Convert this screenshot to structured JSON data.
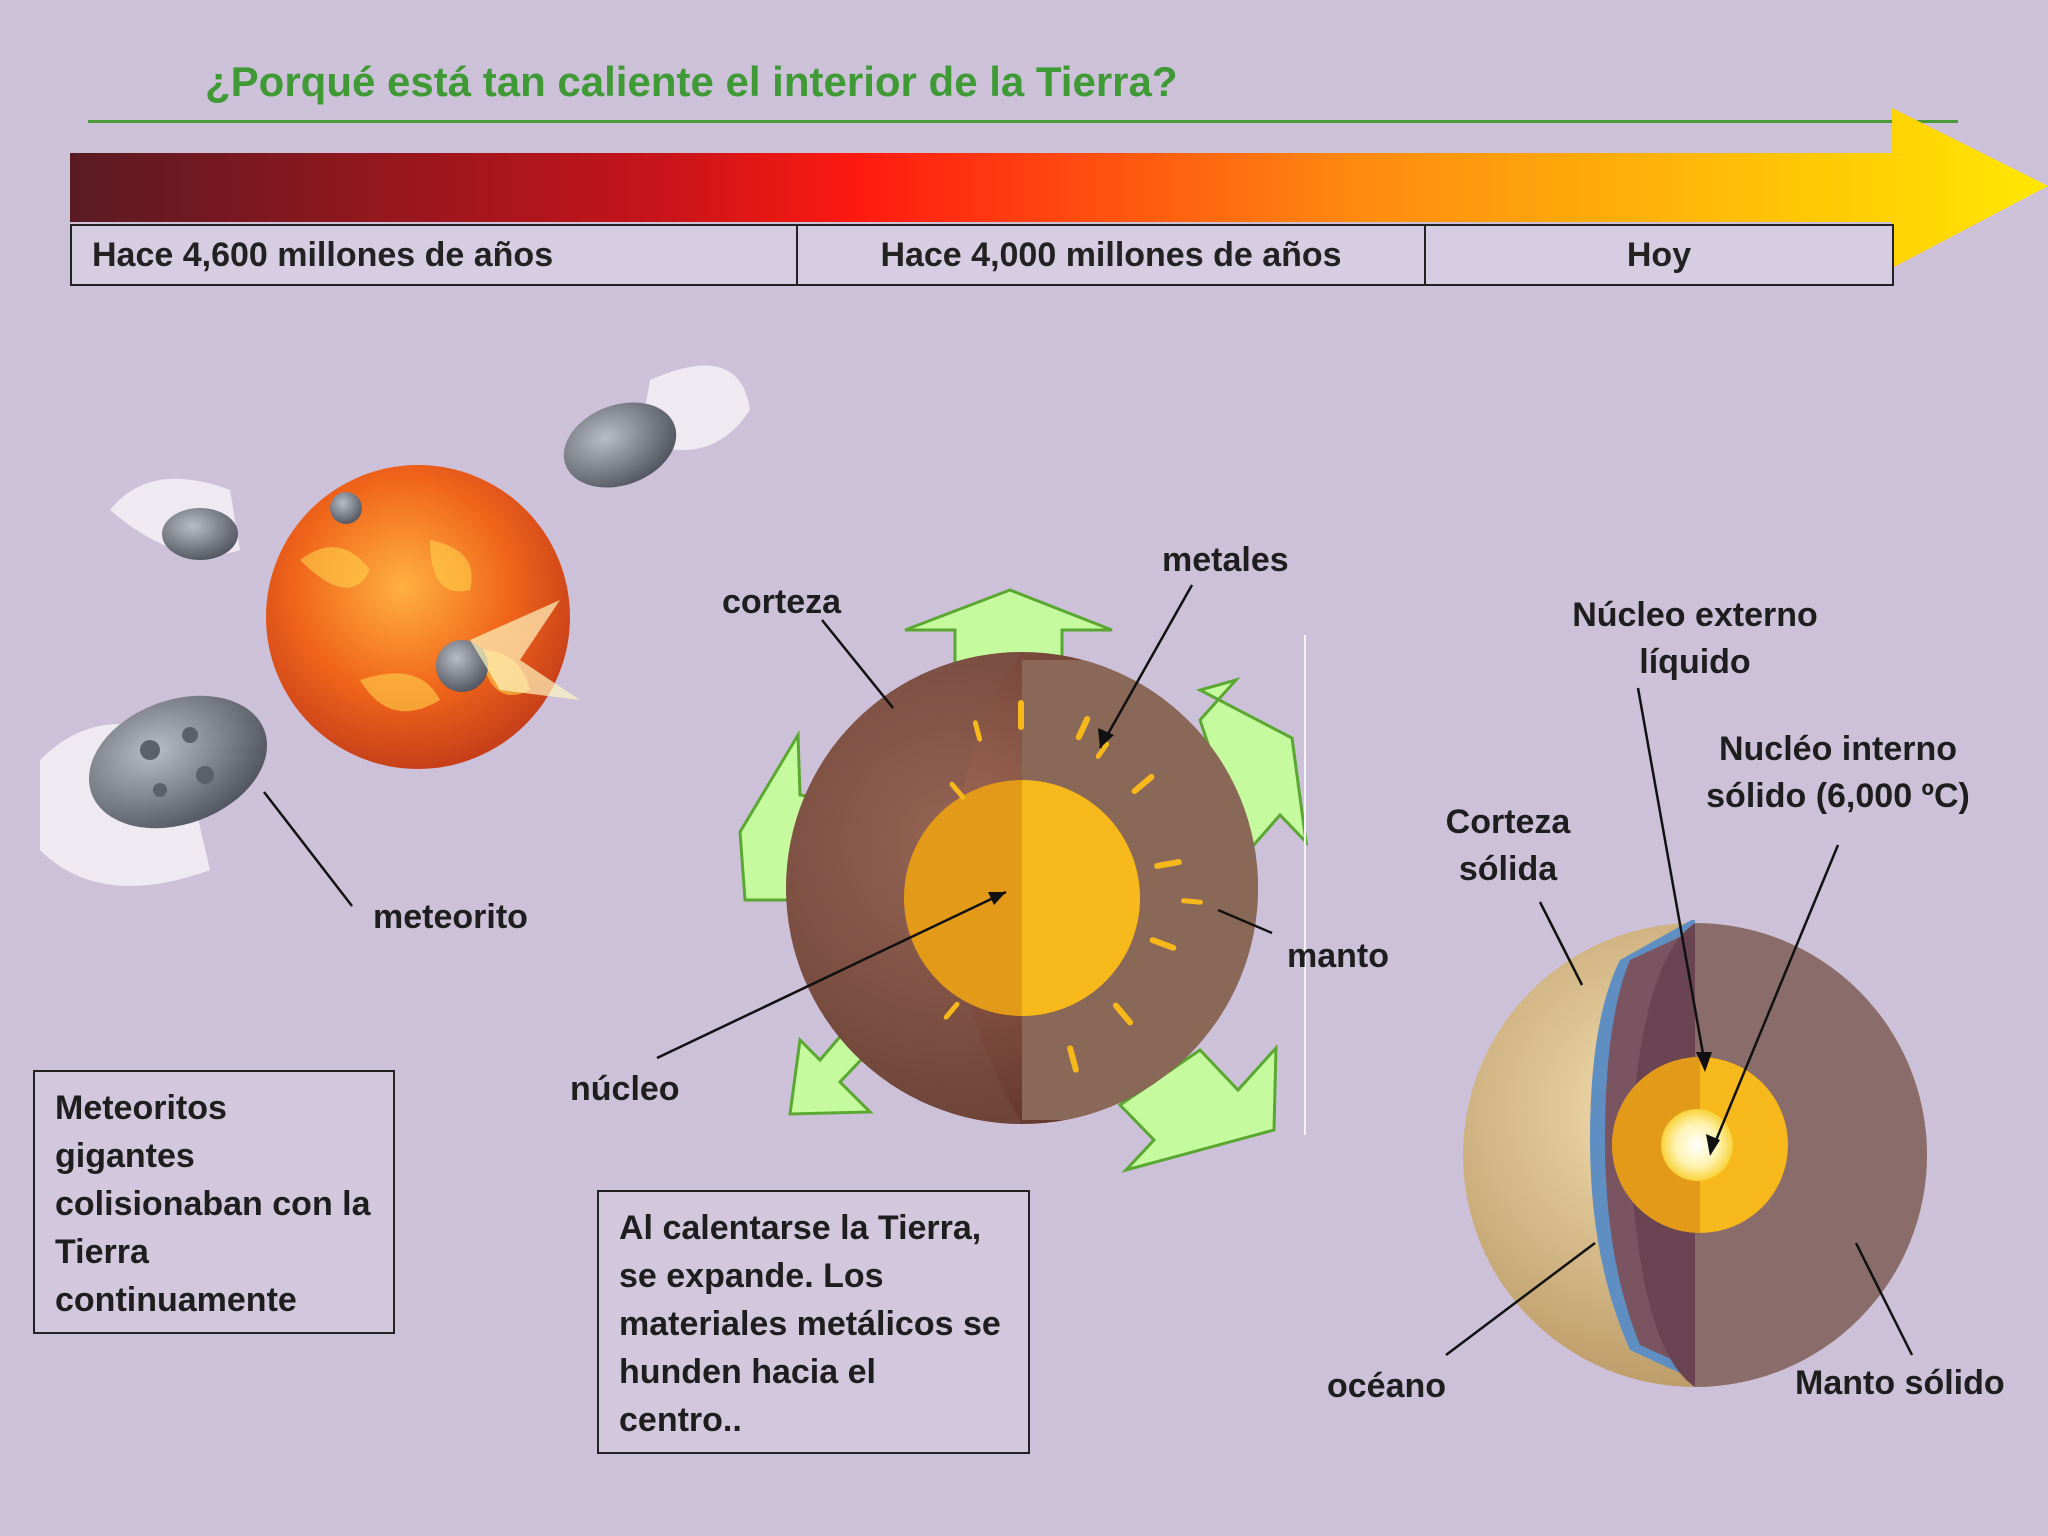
{
  "title": "¿Porqué está tan caliente el interior de la Tierra?",
  "timeline": {
    "stages": [
      "Hace 4,600 millones de años",
      "Hace 4,000 millones de años",
      "Hoy"
    ]
  },
  "panel1": {
    "meteor_label": "meteorito",
    "caption": "Meteoritos gigantes colisionaban con la Tierra continuamente"
  },
  "panel2": {
    "labels": {
      "corteza": "corteza",
      "metales": "metales",
      "manto": "manto",
      "nucleo": "núcleo"
    },
    "caption": "Al calentarse la Tierra, se expande. Los materiales metálicos se hunden hacia el centro.."
  },
  "panel3": {
    "labels": {
      "nucleo_externo": "Núcleo externo líquido",
      "nucleo_interno": "Nucléo interno sólido (6,000 ºC)",
      "corteza": "Corteza sólida",
      "oceano": "océano",
      "manto": "Manto sólido"
    }
  },
  "colors": {
    "title": "#3f9a36",
    "background": "#cdc1da",
    "arrow_start": "#5a1a22",
    "arrow_mid": "#ff1a10",
    "arrow_end": "#ffe800",
    "expansion_arrows": "#c6fa9e"
  }
}
